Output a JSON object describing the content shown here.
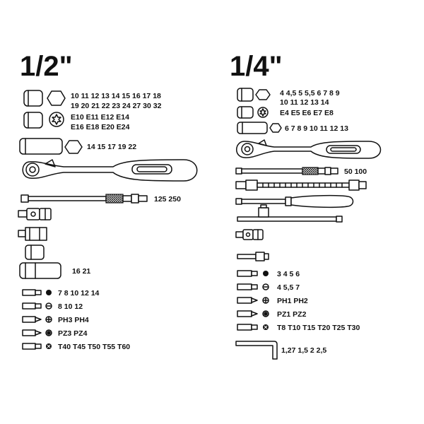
{
  "left": {
    "title": "1/2\"",
    "sockets_row1": [
      "10 11 12 13 14 15 16 17 18",
      "19 20 21 22 23 24 27 30 32"
    ],
    "torx_sockets": [
      "E10 E11 E12 E14",
      "E16 E18 E20 E24"
    ],
    "deep_sockets": "14 15 17 19 22",
    "extensions": "125 250",
    "spark_plug": "16 21",
    "bits": [
      "7 8 10 12 14",
      "8 10 12",
      "PH3 PH4",
      "PZ3 PZ4",
      "T40 T45 T50 T55 T60"
    ]
  },
  "right": {
    "title": "1/4\"",
    "sockets_row1": [
      "4 4,5 5 5,5 6 7 8 9",
      "10 11 12 13 14"
    ],
    "torx_sockets": "E4 E5 E6 E7 E8",
    "deep_sockets": "6 7 8 9 10 11 12 13",
    "extensions": "50 100",
    "bits": [
      "3 4 5 6",
      "4 5,5 7",
      "PH1 PH2",
      "PZ1 PZ2",
      "T8 T10 T15 T20 T25 T30"
    ],
    "hex_keys": "1,27 1,5 2 2,5"
  }
}
